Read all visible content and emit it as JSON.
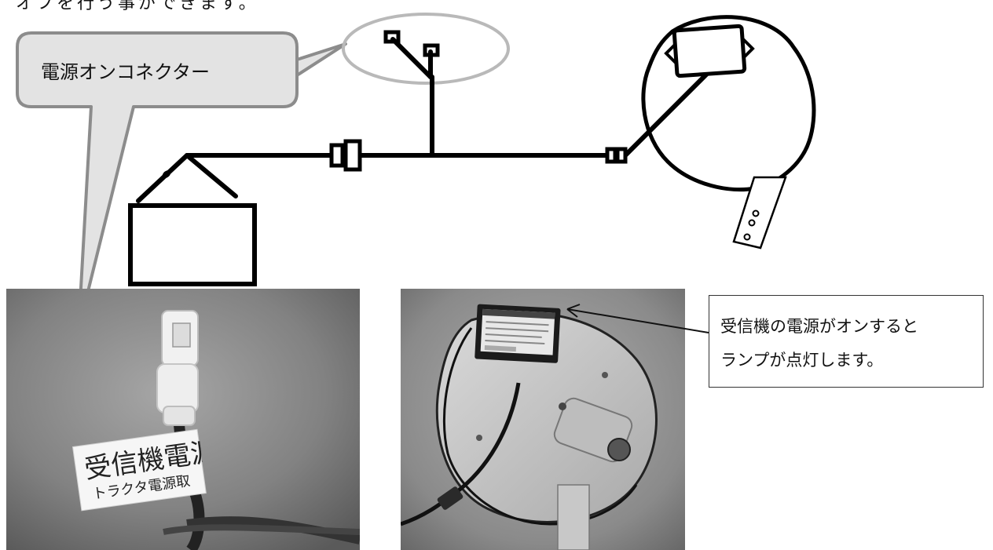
{
  "intro_text": "オフを行う事ができます。",
  "callout": {
    "label": "電源オンコネクター"
  },
  "note": {
    "line1": "受信機の電源がオンすると",
    "line2": "ランプが点灯します。"
  },
  "photo_left": {
    "tag_line1": "受信機電源",
    "tag_line2": "トラクタ電源取"
  },
  "colors": {
    "callout_fill": "#e3e3e3",
    "callout_border": "#8c8c8c",
    "ink": "#111111"
  }
}
